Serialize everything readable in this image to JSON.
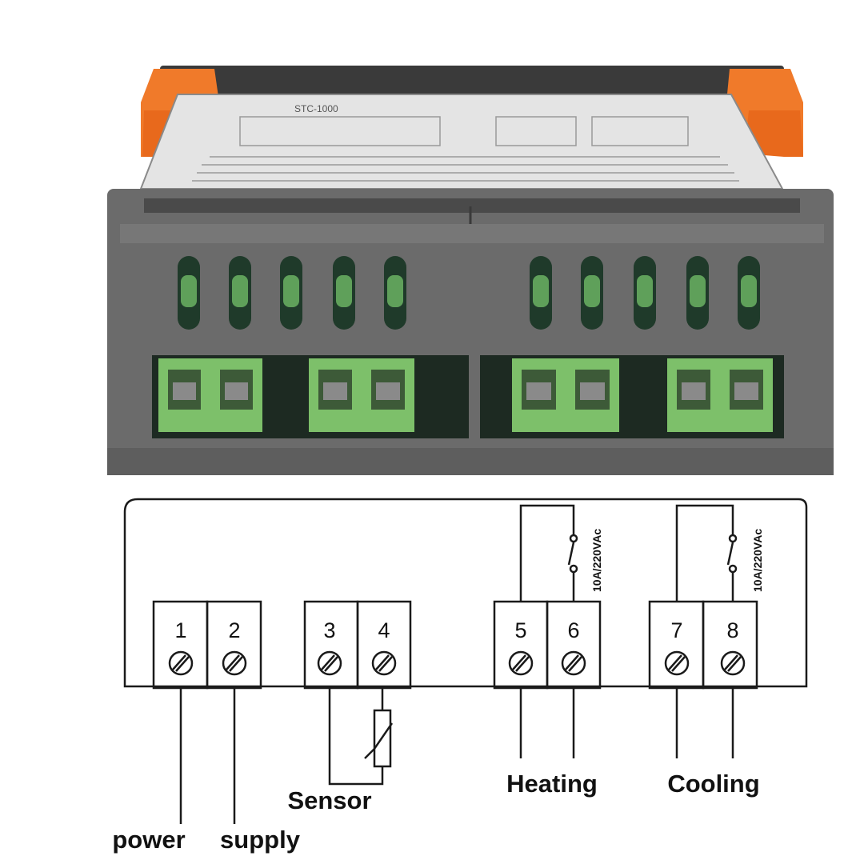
{
  "device": {
    "model": "STC-1000"
  },
  "terminals": [
    {
      "number": "1"
    },
    {
      "number": "2"
    },
    {
      "number": "3"
    },
    {
      "number": "4"
    },
    {
      "number": "5"
    },
    {
      "number": "6"
    },
    {
      "number": "7"
    },
    {
      "number": "8"
    }
  ],
  "relays": [
    {
      "rating": "10A/220VAc"
    },
    {
      "rating": "10A/220VAc"
    }
  ],
  "labels": {
    "power": "power",
    "supply": "supply",
    "sensor": "Sensor",
    "heating": "Heating",
    "cooling": "Cooling"
  },
  "colors": {
    "housing": "#6b6b6b",
    "terminal_green": "#7dc06a",
    "clip_orange": "#f07a2a",
    "label_plate": "#e4e4e4",
    "wire": "#1a1a1a"
  }
}
